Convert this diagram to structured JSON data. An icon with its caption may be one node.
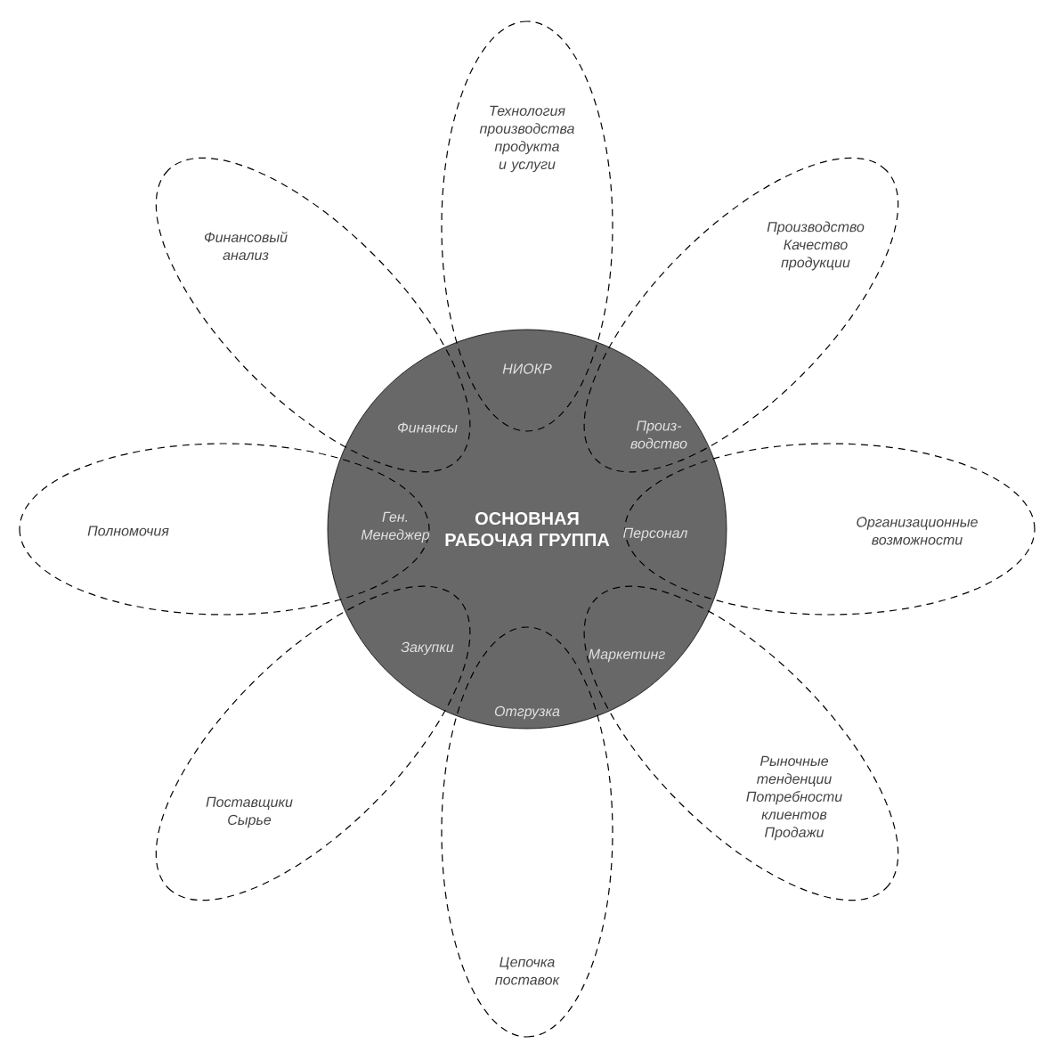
{
  "diagram": {
    "nodes": [
      {
        "text": [
          "ОСНОВНАЯ РАБОЧАЯ ГРУППА"
        ]
      },
      {
        "text": [
          "Технология производства продукта и услуги",
          "НИОКР"
        ]
      },
      {
        "text": [
          "Производство Качество продукции",
          "Произ- водство"
        ]
      },
      {
        "text": [
          "Персонал",
          "Организационные возможности"
        ]
      },
      {
        "text": [
          "Маркетинг",
          "Рыночные тенденции Потребности клиентов Продажи"
        ]
      },
      {
        "text": [
          "Отгрузка",
          "Цепочка поставок"
        ]
      },
      {
        "text": [
          "Закупки",
          "Поставщики Сырье"
        ]
      },
      {
        "text": [
          "Полномочия",
          "Ген. Менеджер"
        ]
      },
      {
        "text": [
          "Финансовый анализ",
          "Финансы"
        ]
      }
    ]
  }
}
